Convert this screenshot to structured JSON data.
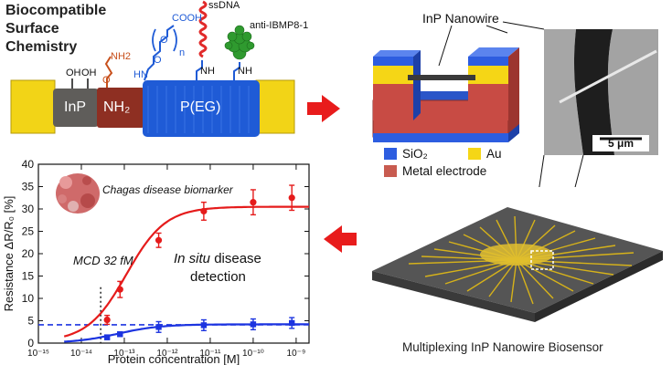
{
  "colors": {
    "peg_blue": "#1f5bd6",
    "gold": "#f2d417",
    "electrode_red": "#c84b44",
    "inp_gray": "#5f5d5a",
    "nh2_red": "#8e2f22",
    "dna_red": "#e12a2a",
    "antibody_green": "#2f9a2f",
    "arrow_red": "#e81c1c",
    "series_red": "#e51b1b",
    "series_blue": "#1c34e0",
    "chip_gray": "#4d4d4d",
    "legend_sio2": "#2d5de0",
    "legend_au": "#f5d616",
    "legend_metal": "#c85b50"
  },
  "chemistry": {
    "title_lines": [
      "Biocompatible",
      "Surface",
      "Chemistry"
    ],
    "segments": {
      "inp": "InP",
      "nh2": "NH₂",
      "peg": "P(EG)"
    },
    "labels": {
      "nh2_group": "NH2",
      "cooh": "COOH",
      "subscript_n": "n",
      "hn": "HN",
      "nh_dna": "NH",
      "nh_ab": "NH",
      "oh1": "OH",
      "oh2": "OH",
      "o1": "O",
      "o2": "O",
      "o3": "O",
      "ssdna": "ssDNA",
      "anti": "anti-IBMP8-1"
    }
  },
  "device": {
    "title": "InP Nanowire",
    "legend": [
      {
        "label": "SiO₂",
        "color": "#2d5de0"
      },
      {
        "label": "Au",
        "color": "#f5d616"
      },
      {
        "label": "Metal electrode",
        "color": "#c85b50"
      }
    ],
    "sem_scale": "5 μm"
  },
  "chip": {
    "caption": "Multiplexing InP Nanowire Biosensor"
  },
  "chart_data": {
    "type": "scatter",
    "title": "",
    "xlabel": "Protein concentration [M]",
    "ylabel": "Resistance ΔR/R₀ [%]",
    "xscale": "log",
    "xlim": [
      -15,
      -8.7
    ],
    "ylim": [
      0,
      40
    ],
    "yticks": [
      0,
      5,
      10,
      15,
      20,
      25,
      30,
      35,
      40
    ],
    "xticks": [
      -15,
      -14,
      -13,
      -12,
      -11,
      -10,
      -9
    ],
    "xtick_labels": [
      "10⁻¹⁵",
      "10⁻¹⁴",
      "10⁻¹³",
      "10⁻¹²",
      "10⁻¹¹",
      "10⁻¹⁰",
      "10⁻⁹"
    ],
    "series": [
      {
        "color": "#e51b1b",
        "x": [
          -13.4,
          -13.1,
          -12.2,
          -11.15,
          -10,
          -9.1
        ],
        "y": [
          5.2,
          12.0,
          23.0,
          29.5,
          31.5,
          32.5
        ],
        "err": [
          1.0,
          1.8,
          1.6,
          2.0,
          2.8,
          2.8
        ],
        "fit": {
          "bottom": 0.3,
          "top": 30.5,
          "x50": -12.95,
          "k": 2.2
        }
      },
      {
        "color": "#1c34e0",
        "x": [
          -13.4,
          -13.1,
          -12.2,
          -11.15,
          -10,
          -9.1
        ],
        "y": [
          1.3,
          2.0,
          3.6,
          4.0,
          4.2,
          4.5
        ],
        "err": [
          0.5,
          0.5,
          1.2,
          1.2,
          1.2,
          1.2
        ],
        "fit": {
          "bottom": 0.0,
          "top": 4.2,
          "x50": -13.15,
          "k": 2.0
        }
      }
    ],
    "threshold_y": 4.1,
    "mcd_x": -13.55,
    "annotations": {
      "biomarker": "Chagas disease biomarker",
      "mcd": "MCD 32 fM",
      "insitu_italic": "In situ",
      "insitu_rest": " disease",
      "detection": "detection"
    }
  }
}
